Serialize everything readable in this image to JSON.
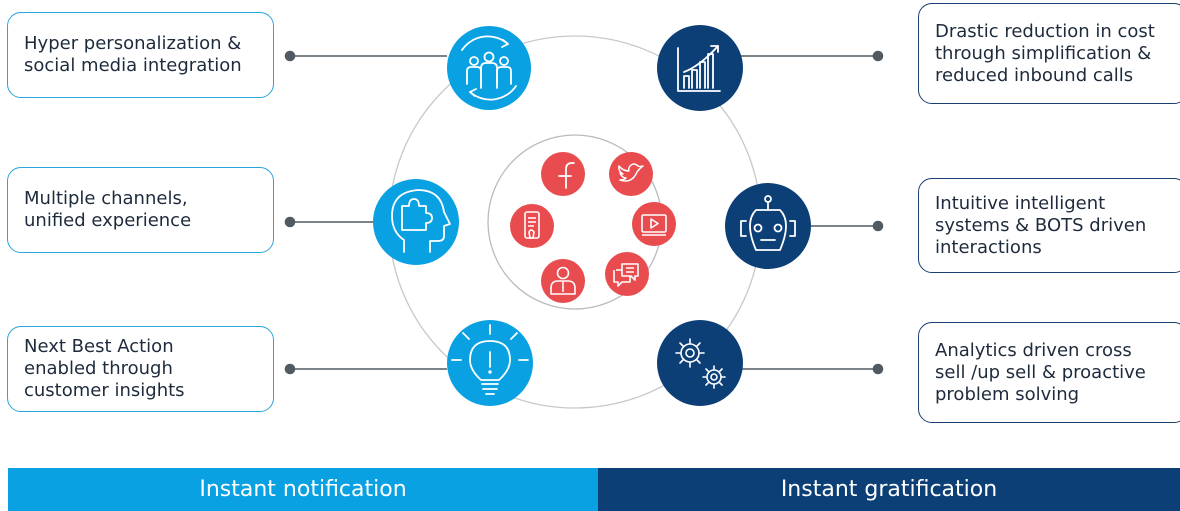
{
  "left_items": [
    {
      "text": "Hyper personalization &\nsocial media integration",
      "icon": "people-sync-icon"
    },
    {
      "text": "Multiple channels,\nunified experience",
      "icon": "puzzle-head-icon"
    },
    {
      "text": "Next Best Action\nenabled through\ncustomer insights",
      "icon": "lightbulb-icon"
    }
  ],
  "right_items": [
    {
      "text": "Drastic reduction in cost\nthrough simplification &\nreduced inbound calls",
      "icon": "growth-chart-icon"
    },
    {
      "text": "Intuitive intelligent\nsystems & BOTS driven\ninteractions",
      "icon": "robot-icon"
    },
    {
      "text": "Analytics  driven cross\nsell /up sell & proactive\nproblem solving",
      "icon": "gears-icon"
    }
  ],
  "center_icons": [
    "facebook-icon",
    "twitter-icon",
    "video-icon",
    "chat-icon",
    "person-icon",
    "mobile-icon"
  ],
  "bars": {
    "left": "Instant notification",
    "right": "Instant gratification"
  },
  "colors": {
    "light_blue": "#0aa1e2",
    "dark_blue": "#0d3f77",
    "red": "#e84c4f",
    "connector": "#505a62"
  }
}
